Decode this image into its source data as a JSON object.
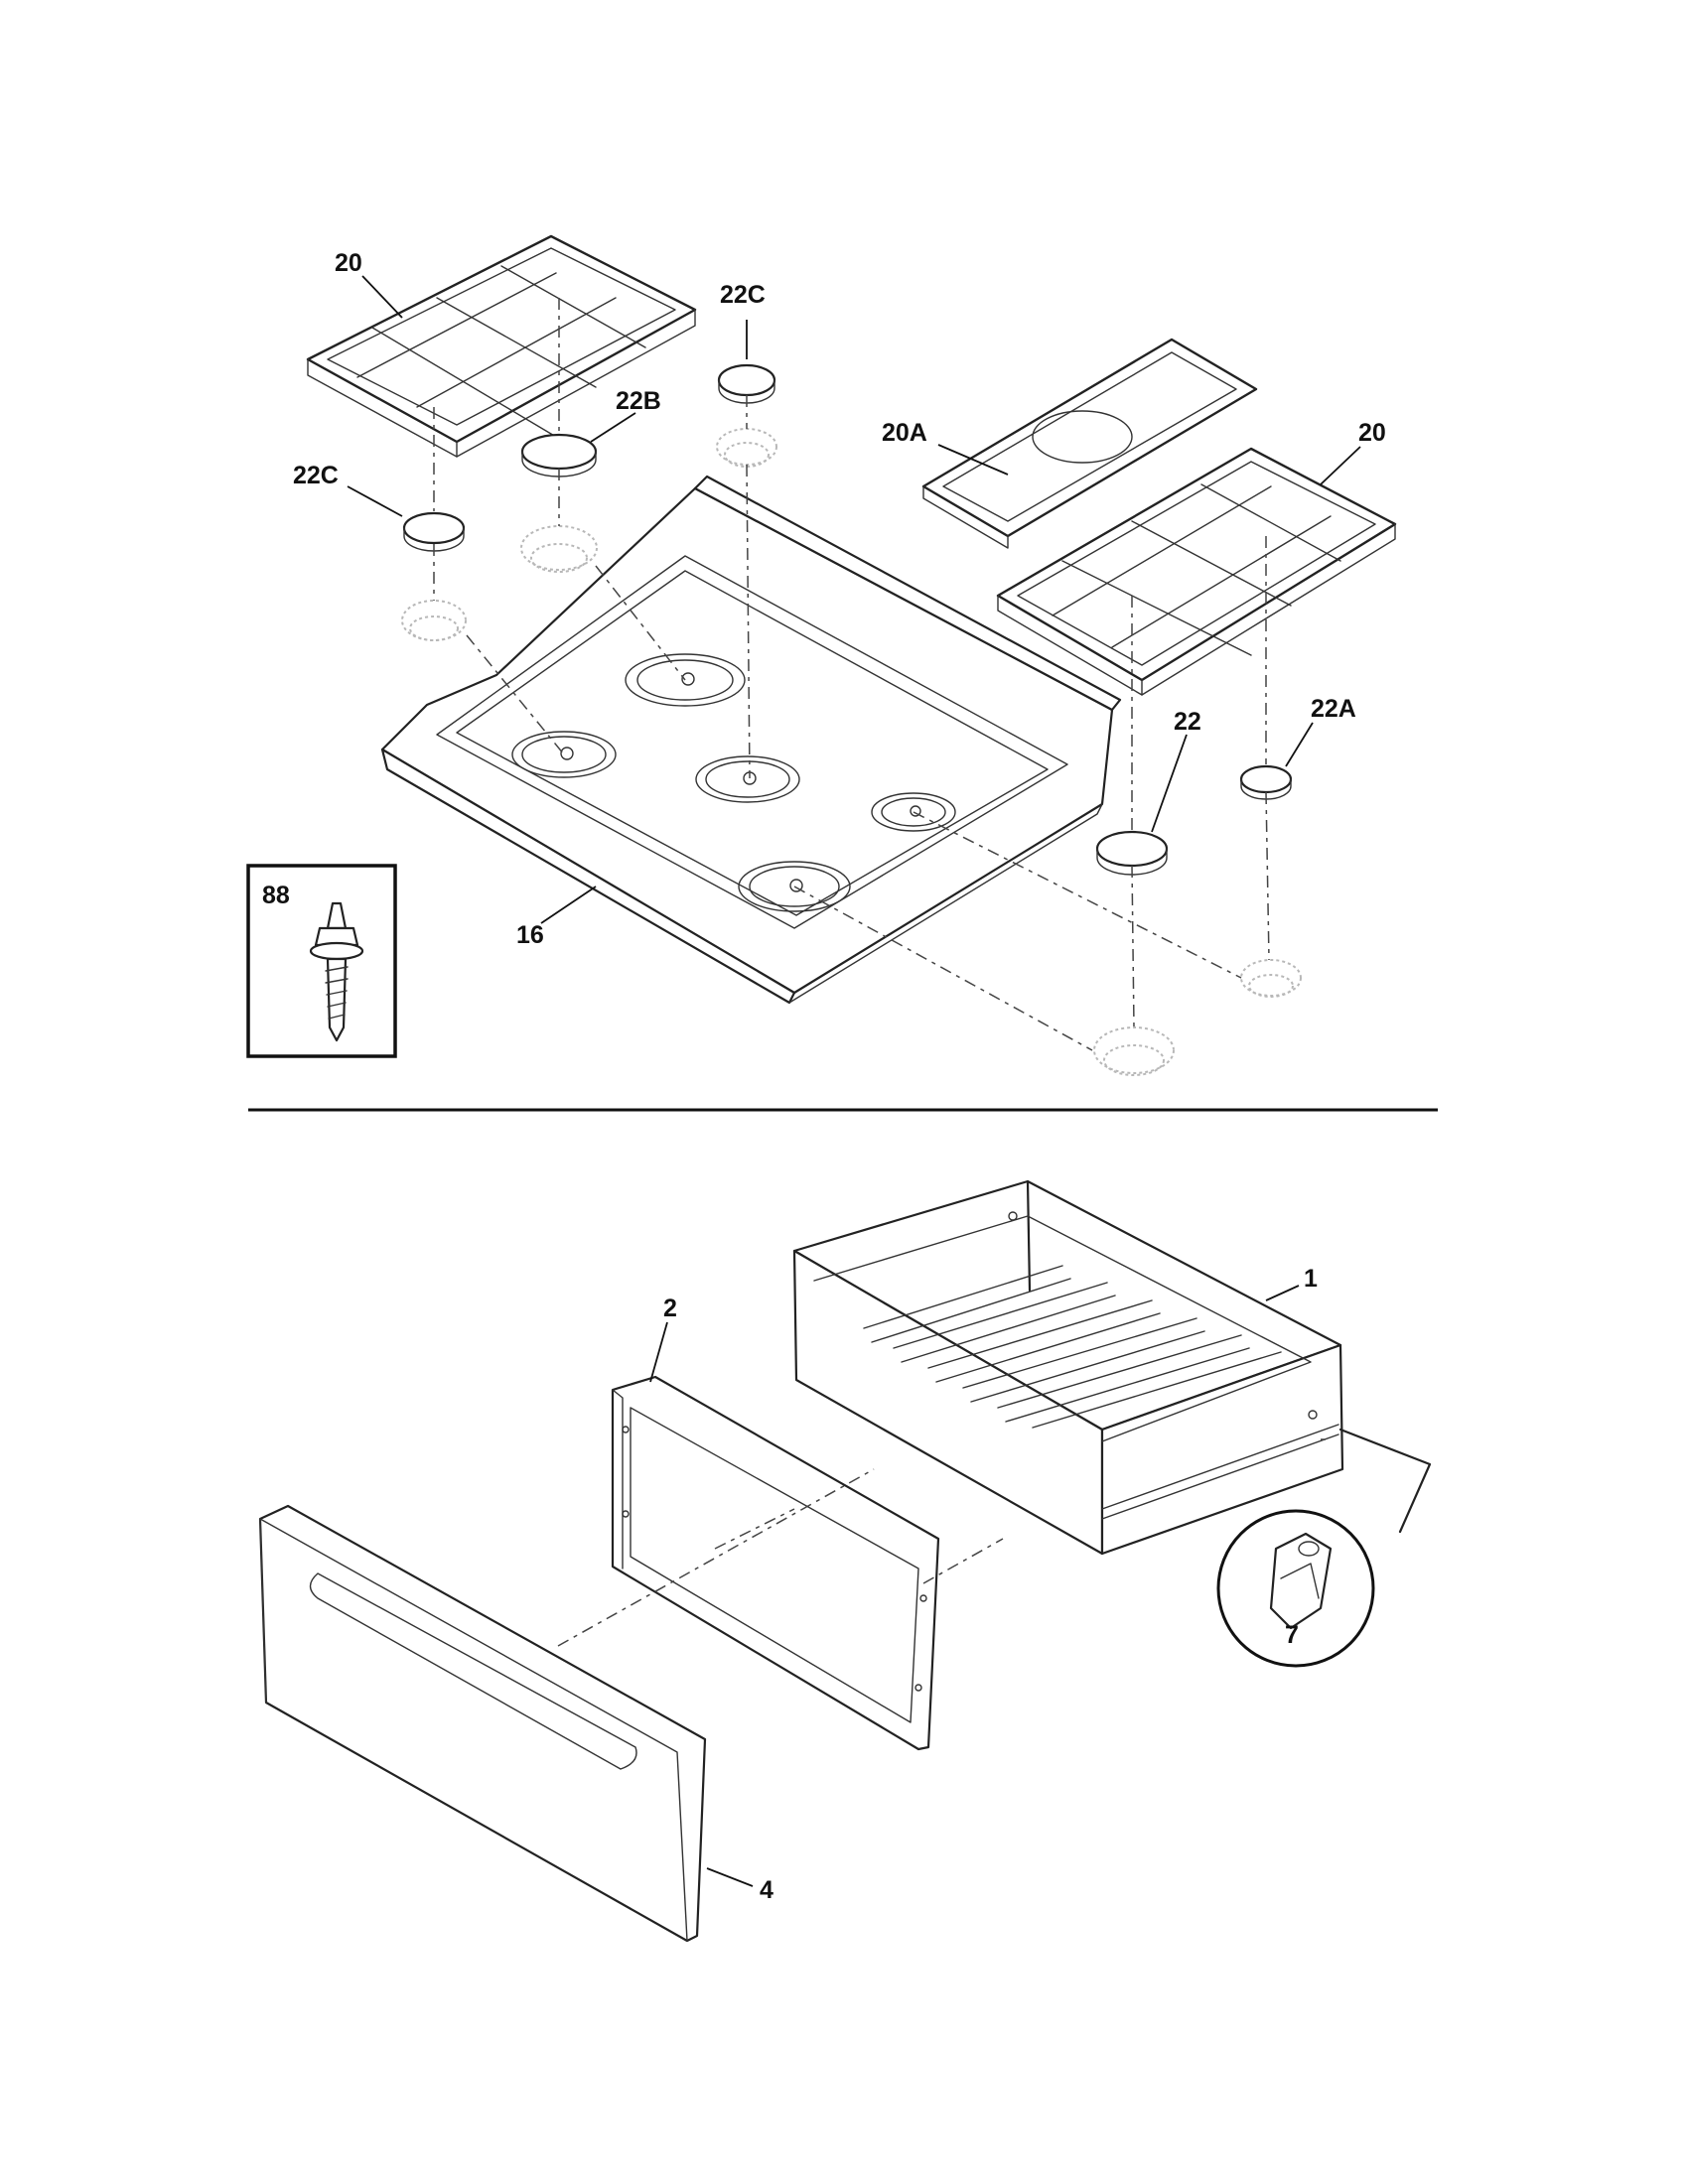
{
  "callouts": {
    "grate_left": "20",
    "cap_22c_top": "22C",
    "cap_22b": "22B",
    "cap_22c_left": "22C",
    "grate_center": "20A",
    "grate_right": "20",
    "cap_22": "22",
    "cap_22a": "22A",
    "cooktop": "16",
    "screw_box": "88",
    "drawer_frame": "2",
    "drawer_body": "1",
    "clip_detail": "7",
    "drawer_panel": "4"
  }
}
